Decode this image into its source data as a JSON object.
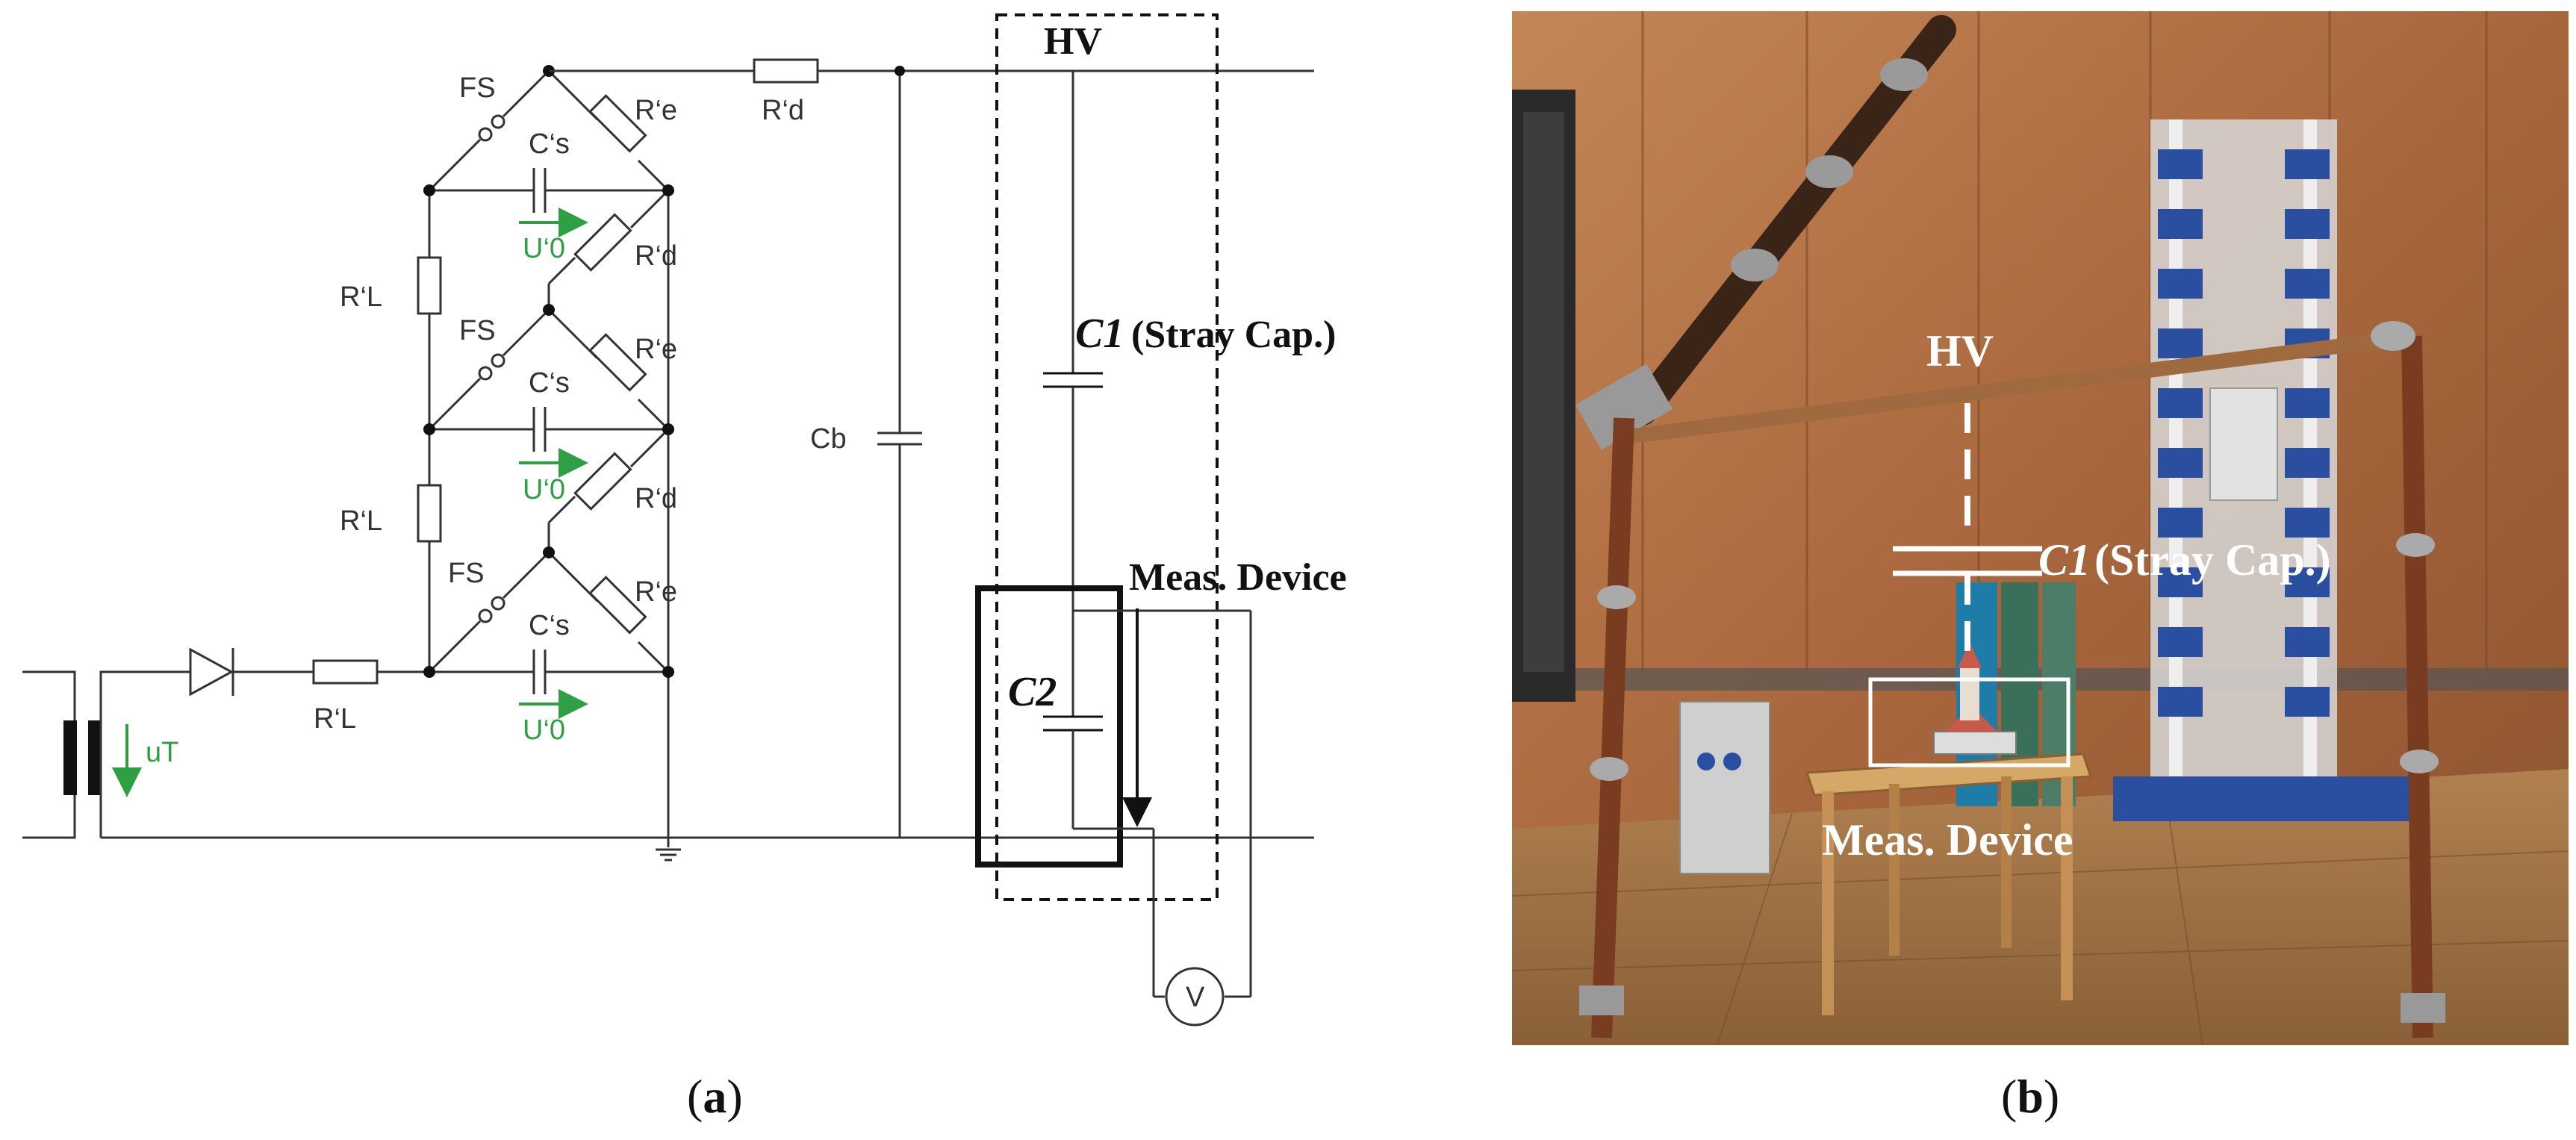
{
  "panel_a": {
    "caption_open": "(",
    "caption_letter": "a",
    "caption_close": ")",
    "labels": {
      "fs1": "FS",
      "fs2": "FS",
      "fs3": "FS",
      "cs1": "C‘s",
      "cs2": "C‘s",
      "cs3": "C‘s",
      "re1": "R‘e",
      "re2": "R‘e",
      "re3": "R‘e",
      "rd_top": "R‘d",
      "rd1": "R‘d",
      "rd2": "R‘d",
      "rl1": "R‘L",
      "rl2": "R‘L",
      "rl3": "R‘L",
      "u01": "U‘0",
      "u02": "U‘0",
      "u03": "U‘0",
      "ut": "uT",
      "cb": "Cb",
      "hv": "HV",
      "c1_sym": "C1",
      "c1_text": "(Stray Cap.)",
      "c2_sym": "C2",
      "meas": "Meas. Device",
      "volt": "V"
    },
    "colors": {
      "wire": "#333333",
      "highlight": "#2ea043"
    }
  },
  "panel_b": {
    "caption_open": "(",
    "caption_letter": "b",
    "caption_close": ")",
    "labels": {
      "hv": "HV",
      "c1_sym": "C1",
      "c1_text": "(Stray Cap.)",
      "meas": "Meas. Device"
    },
    "colors": {
      "copper": "#b87a4b",
      "annotation": "#ffffff"
    }
  }
}
